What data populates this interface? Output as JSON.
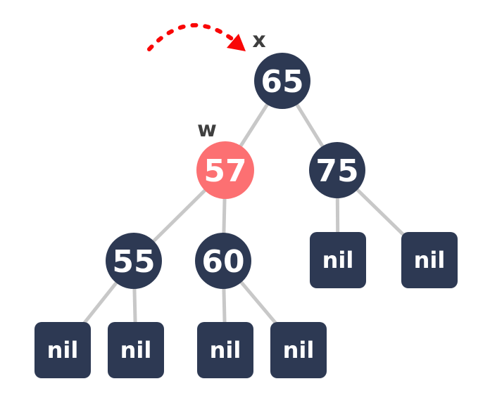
{
  "colors": {
    "background": "#ffffff",
    "node_navy": "#2d3953",
    "node_red": "#fc7072",
    "edge_gray": "#c8c8c8",
    "arrow_red": "#f90606",
    "label_gray": "#3f3f3f",
    "node_text": "#ffffff"
  },
  "pointers": {
    "x_label": "x",
    "w_label": "w"
  },
  "tree": {
    "nodes": [
      {
        "value": "65",
        "pointer": "x",
        "state": "normal"
      },
      {
        "value": "57",
        "pointer": "w",
        "state": "highlighted"
      },
      {
        "value": "75",
        "state": "normal"
      },
      {
        "value": "55",
        "state": "normal"
      },
      {
        "value": "60",
        "state": "normal"
      }
    ],
    "nils": [
      "nil",
      "nil",
      "nil",
      "nil",
      "nil",
      "nil"
    ]
  }
}
